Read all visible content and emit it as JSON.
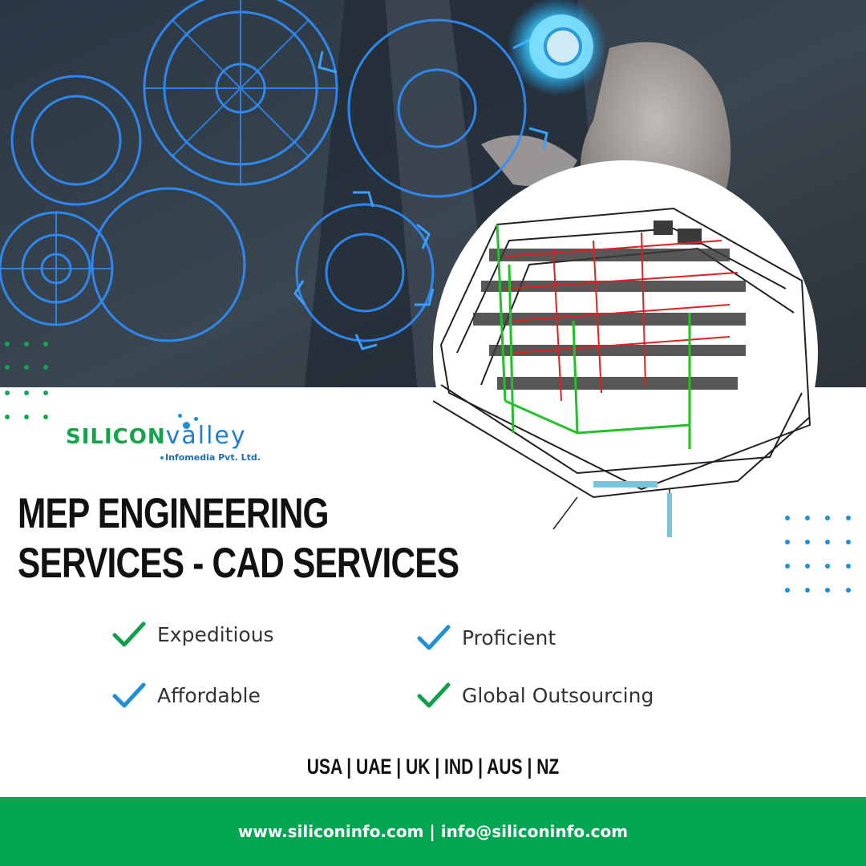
{
  "brand": {
    "logo_name_a": "SILICON",
    "logo_name_b": "valley",
    "logo_subtitle": "Infomedia Pvt. Ltd.",
    "primary_color": "#02a650",
    "accent_color": "#1f8fd6"
  },
  "headline": {
    "line1": "MEP ENGINEERING",
    "line2": "SERVICES - CAD SERVICES"
  },
  "features": [
    {
      "label": "Expeditious",
      "icon": "check-icon",
      "color": "#0fa14a"
    },
    {
      "label": "Proficient",
      "icon": "check-icon",
      "color": "#1f8fd6"
    },
    {
      "label": "Affordable",
      "icon": "check-icon",
      "color": "#1f8fd6"
    },
    {
      "label": "Global Outsourcing",
      "icon": "check-icon",
      "color": "#0fa14a"
    }
  ],
  "regions": "USA | UAE | UK | IND | AUS | NZ",
  "footer": {
    "contact": "www.siliconinfo.com | info@siliconinfo.com"
  }
}
